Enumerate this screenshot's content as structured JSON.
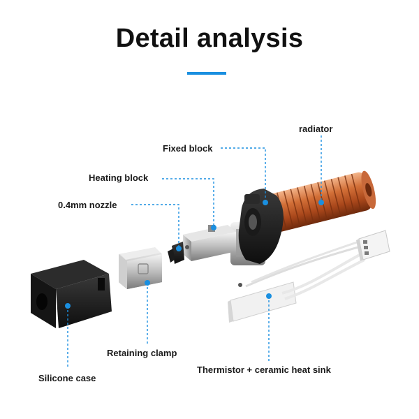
{
  "title": "Detail analysis",
  "colors": {
    "accent": "#1a8fe0",
    "title": "#111111",
    "label": "#1a1a1a"
  },
  "labels": {
    "radiator": "radiator",
    "fixed_block": "Fixed block",
    "heating_block": "Heating block",
    "nozzle": "0.4mm nozzle",
    "retaining_clamp": "Retaining clamp",
    "silicone_case": "Silicone case",
    "thermistor": "Thermistor + ceramic heat sink"
  }
}
